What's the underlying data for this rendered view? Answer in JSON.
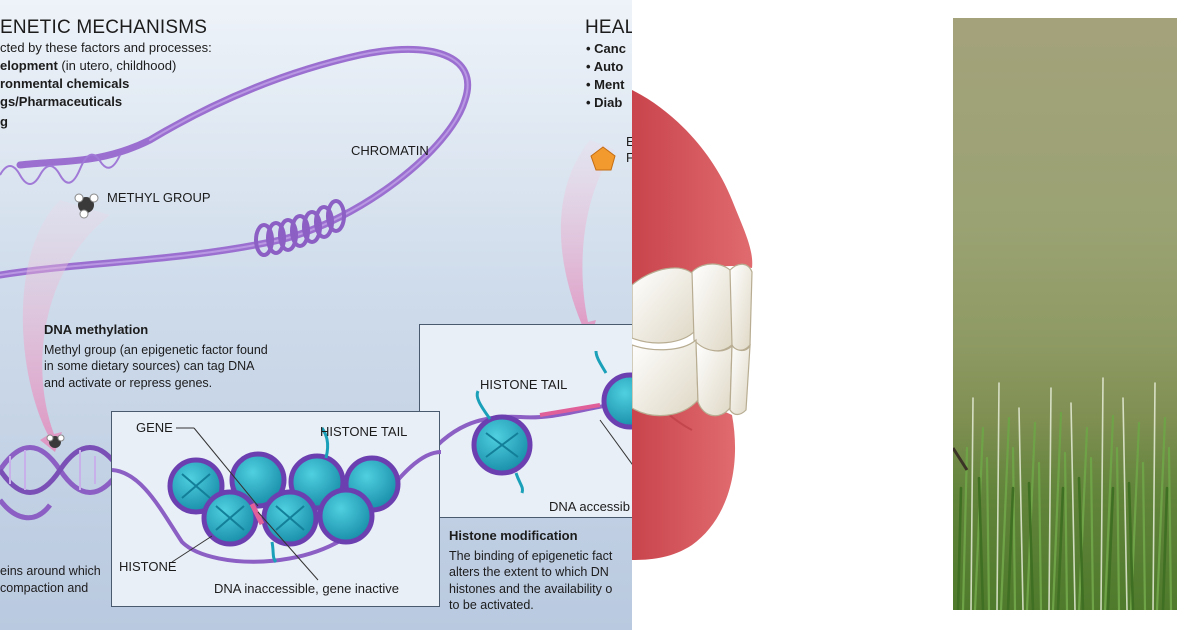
{
  "epigenetics": {
    "title": "ENETIC MECHANISMS",
    "intro": "cted by these factors and processes:",
    "factors": [
      {
        "bold": "elopment",
        "rest": " (in utero, childhood)"
      },
      {
        "bold": "ronmental chemicals",
        "rest": ""
      },
      {
        "bold": "gs/Pharmaceuticals",
        "rest": ""
      },
      {
        "bold": "g",
        "rest": ""
      }
    ],
    "health_title": "HEAL",
    "health_items": [
      "Canc",
      "Auto",
      "Ment",
      "Diab"
    ],
    "right_edge_letters": [
      "E",
      "F"
    ],
    "labels": {
      "chromatin": "CHROMATIN",
      "methyl_group": "METHYL GROUP",
      "gene": "GENE",
      "histone_tail_1": "HISTONE TAIL",
      "histone_tail_2": "HISTONE TAIL",
      "histone": "HISTONE",
      "dna_inaccessible": "DNA inaccessible, gene inactive",
      "dna_accessible": "DNA accessib"
    },
    "dna_methylation": {
      "heading": "DNA methylation",
      "lines": [
        "Methyl group (an epigenetic factor found",
        "in some dietary sources) can tag DNA",
        "and activate or repress genes."
      ]
    },
    "histone_modification": {
      "heading": "Histone modification",
      "lines": [
        "The binding of epigenetic fact",
        "alters the extent to which DN",
        "histones and the availability o",
        "to be activated."
      ]
    },
    "left_fragment_lines": [
      "eins around which",
      "compaction and"
    ],
    "colors": {
      "chromatin": "#9a6fd0",
      "histone": "#26a8bf",
      "arrow_pink": "#e7a5c9",
      "background": "#cfdceb"
    }
  },
  "teeth_panel": {
    "colors": {
      "gum": "#d4545a",
      "tooth": "#f3efe2"
    }
  },
  "grass_panel": {
    "colors": {
      "background": "#9aa273",
      "grass": "#4f7a2c"
    }
  }
}
